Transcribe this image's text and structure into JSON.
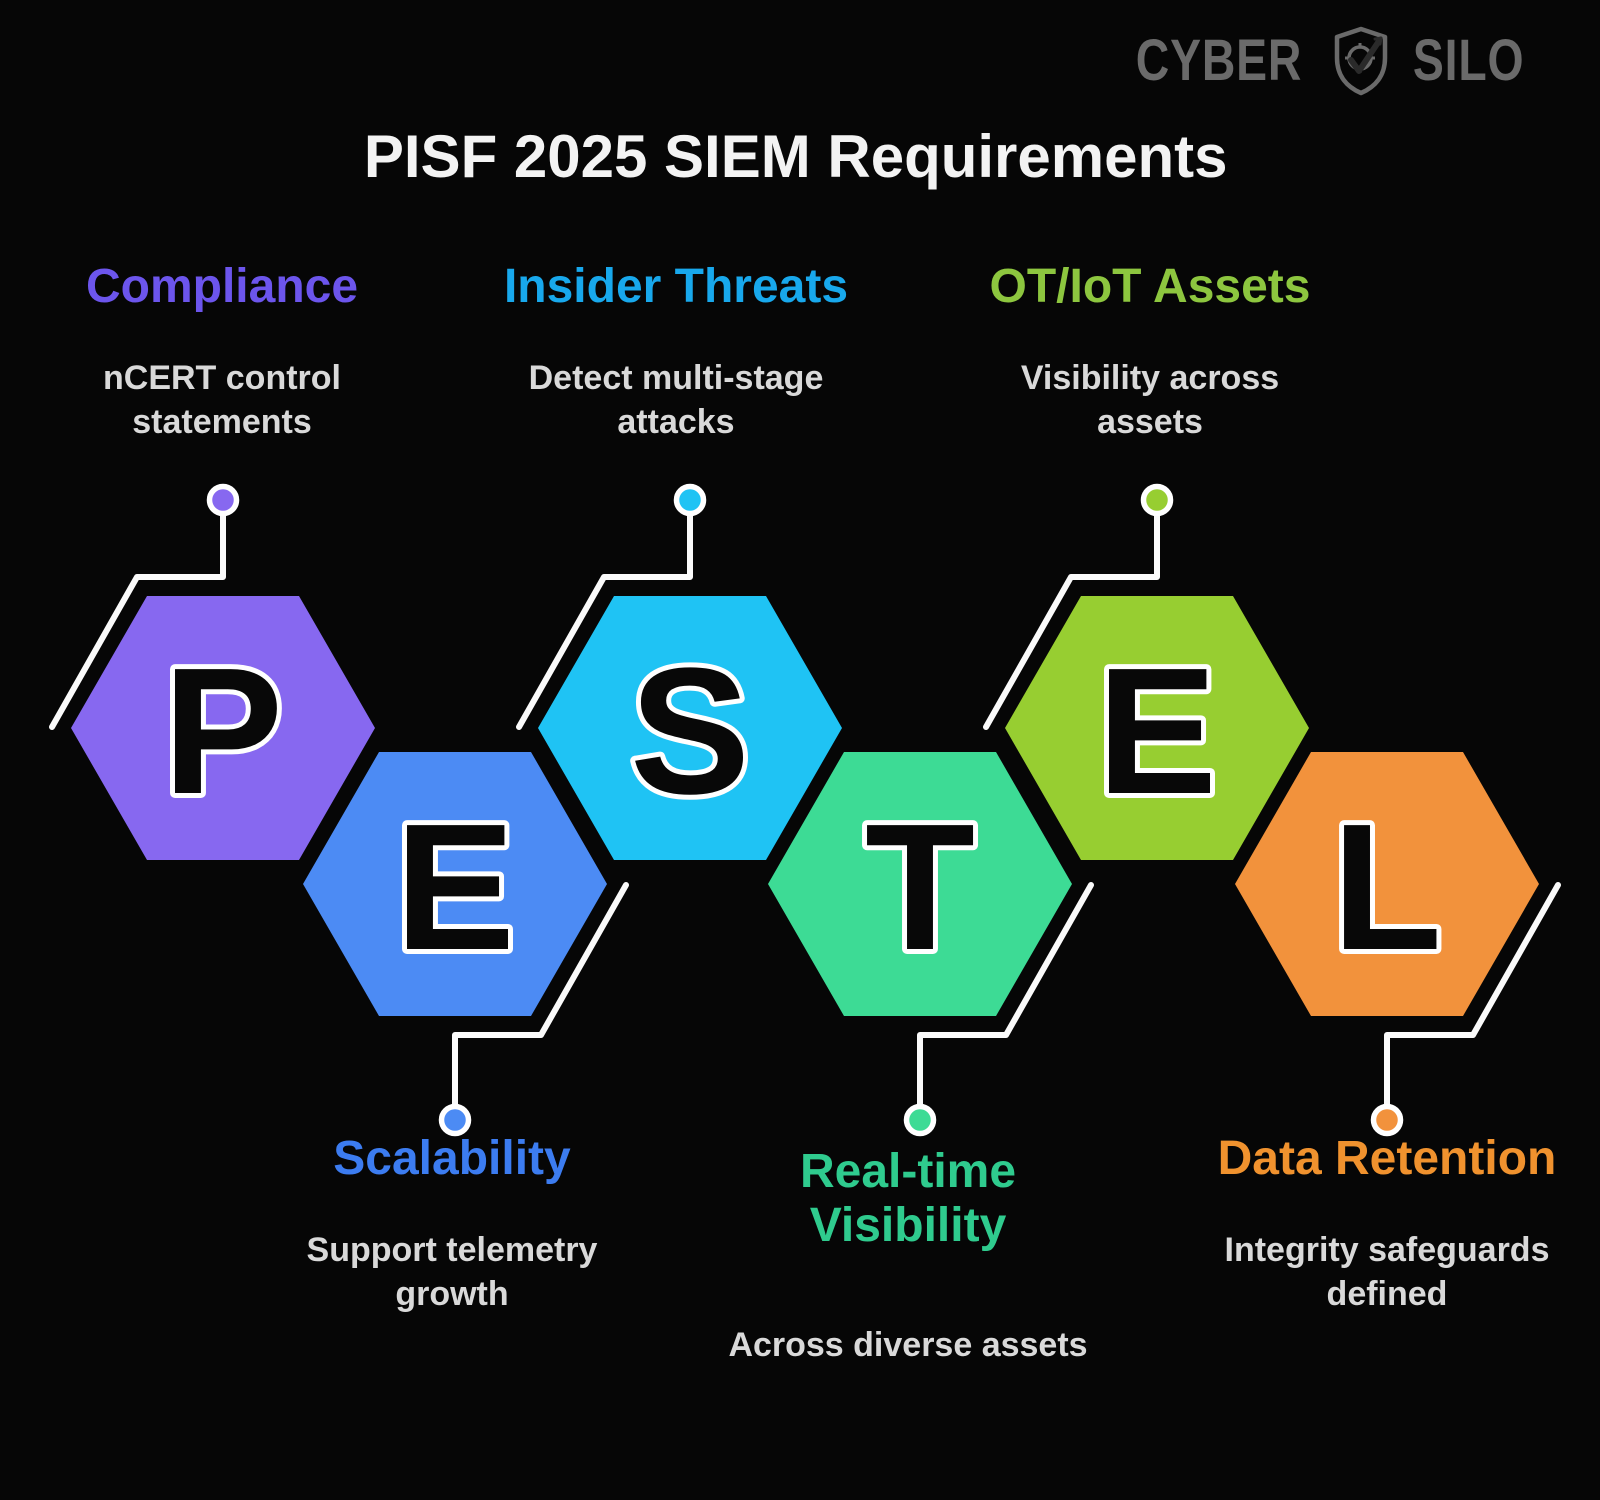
{
  "title": "PISF 2025 SIEM Requirements",
  "logo": {
    "brand_left": "CYBER",
    "brand_right": "SILO",
    "color": "#6a6a6a"
  },
  "background_color": "#060606",
  "connector_color": "#fafafa",
  "letter_color": "#080808",
  "letter_outline_color": "#ffffff",
  "title_color": "#f3f3f3",
  "description_color": "#d9d9d9",
  "acronym": "PESTEL",
  "items": [
    {
      "letter": "P",
      "color": "#8768F0",
      "label": "Compliance",
      "label_color": "#6C55EC",
      "description": "nCERT control\nstatements"
    },
    {
      "letter": "E",
      "color": "#4C8BF4",
      "label": "Scalability",
      "label_color": "#3C7CF0",
      "description": "Support telemetry\ngrowth"
    },
    {
      "letter": "S",
      "color": "#1FC3F4",
      "label": "Insider Threats",
      "label_color": "#18A8EC",
      "description": "Detect multi-stage\nattacks"
    },
    {
      "letter": "T",
      "color": "#3DDB95",
      "label": "Real-time\nVisibility",
      "label_color": "#2FCB8E",
      "description": "Across diverse assets"
    },
    {
      "letter": "E",
      "color": "#97CE31",
      "label": "OT/IoT Assets",
      "label_color": "#8DC63F",
      "description": "Visibility across\nassets"
    },
    {
      "letter": "L",
      "color": "#F2923C",
      "label": "Data Retention",
      "label_color": "#F0922E",
      "description": "Integrity safeguards\ndefined"
    }
  ]
}
